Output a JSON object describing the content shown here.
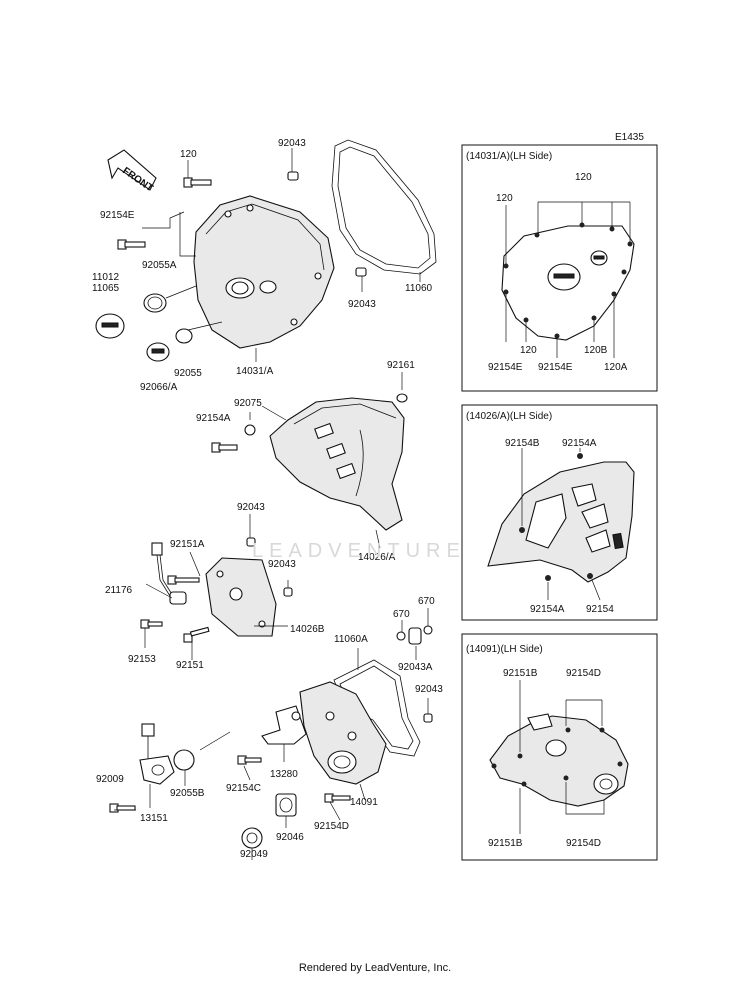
{
  "diagram_code": "E1435",
  "watermark": "LEADVENTURE",
  "front_badge": "FRONT",
  "footer": "Rendered by LeadVenture, Inc.",
  "labels": {
    "l120": "120",
    "l92043_top": "92043",
    "l92154E": "92154E",
    "l92055A": "92055A",
    "l11012": "11012",
    "l11065": "11065",
    "l92055": "92055",
    "l92066A": "92066/A",
    "l14031A": "14031/A",
    "l92043_mid": "92043",
    "l11060": "11060",
    "l92161": "92161",
    "l92075": "92075",
    "l92154A": "92154A",
    "l14026A": "14026/A",
    "l92043_a": "92043",
    "l92151A": "92151A",
    "l92043_b": "92043",
    "l21176": "21176",
    "l14026B": "14026B",
    "l92153": "92153",
    "l92151": "92151",
    "l670a": "670",
    "l670b": "670",
    "l11060A": "11060A",
    "l92043A": "92043A",
    "l92043_c": "92043",
    "l13280": "13280",
    "l92009": "92009",
    "l92055B": "92055B",
    "l92154C": "92154C",
    "l14091": "14091",
    "l13151": "13151",
    "l92154D": "92154D",
    "l92046": "92046",
    "l92049": "92049"
  },
  "insets": [
    {
      "title": "(14031/A)(LH Side)",
      "labels": [
        "120",
        "120",
        "92154E",
        "120",
        "92154E",
        "120B",
        "120A"
      ]
    },
    {
      "title": "(14026/A)(LH Side)",
      "labels": [
        "92154B",
        "92154A",
        "92154A",
        "92154"
      ]
    },
    {
      "title": "(14091)(LH Side)",
      "labels": [
        "92151B",
        "92154D",
        "92151B",
        "92154D"
      ]
    }
  ]
}
